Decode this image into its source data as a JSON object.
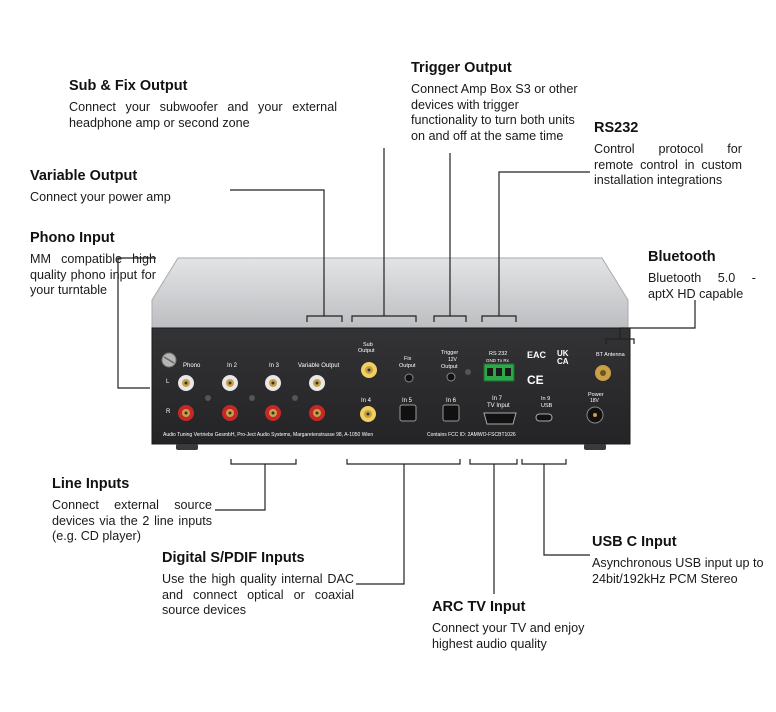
{
  "callouts": {
    "sub_fix": {
      "title": "Sub & Fix Output",
      "text": "Connect your subwoofer  and  your external headphone amp or second zone"
    },
    "variable": {
      "title": "Variable Output",
      "text": "Connect your power amp"
    },
    "phono": {
      "title": "Phono Input",
      "text": "MM compatible high quality phono input for your turntable"
    },
    "trigger": {
      "title": "Trigger Output",
      "text": "Connect Amp Box S3 or other devices with trigger functionality to turn both units on and off at the same time"
    },
    "rs232": {
      "title": "RS232",
      "text": "Control protocol for remote control in custom installation integrations"
    },
    "bluetooth": {
      "title": "Bluetooth",
      "text": "Bluetooth 5.0 - aptX HD capable"
    },
    "line": {
      "title": "Line Inputs",
      "text": "Connect external source devices via the 2 line inputs (e.g. CD player)"
    },
    "spdif": {
      "title": "Digital S/PDIF Inputs",
      "text": "Use the high quality internal DAC and connect optical or coaxial source devices"
    },
    "arc": {
      "title": "ARC TV Input",
      "text": "Connect your TV and enjoy highest audio quality"
    },
    "usbc": {
      "title": "USB C Input",
      "text": "Asynchronous USB input up to 24bit/192kHz PCM Stereo"
    }
  },
  "panel": {
    "phono": "Phono",
    "in2": "In 2",
    "in3": "In 3",
    "variable_output": "Variable Output",
    "sub_output_1": "Sub",
    "sub_output_2": "Output",
    "fix_output_1": "Fix",
    "fix_output_2": "Output",
    "trigger_1": "Trigger",
    "trigger_2": "12V",
    "trigger_3": "Output",
    "rs232": "RS 232",
    "rs232_pins": "GND Tx  Rx",
    "bt_antenna": "BT Antenna",
    "in4": "In 4",
    "in5": "In 5",
    "in6": "In 6",
    "in7_1": "In 7",
    "in7_2": "TV Input",
    "in9_1": "In 9",
    "in9_2": "USB",
    "power_1": "Power",
    "power_2": "18V",
    "left": "L",
    "right": "R",
    "ukca_1": "UK",
    "ukca_2": "CA",
    "ce": "CE",
    "eac": "EAC",
    "footer": "Audio Tuning Vertriebs GesmbH, Pro-Ject Audio Systems, Margaretenstrasse 98, A-1050 Wien",
    "fcc": "Contains FCC ID: 2AMWO-FSCBT1026"
  },
  "colors": {
    "line": "#222222",
    "chassis_top": "#cfd0d2",
    "panel": "#2b2b2d",
    "rca_white": "#e8e8e8",
    "rca_red": "#c62828",
    "gold": "#c9a046"
  }
}
